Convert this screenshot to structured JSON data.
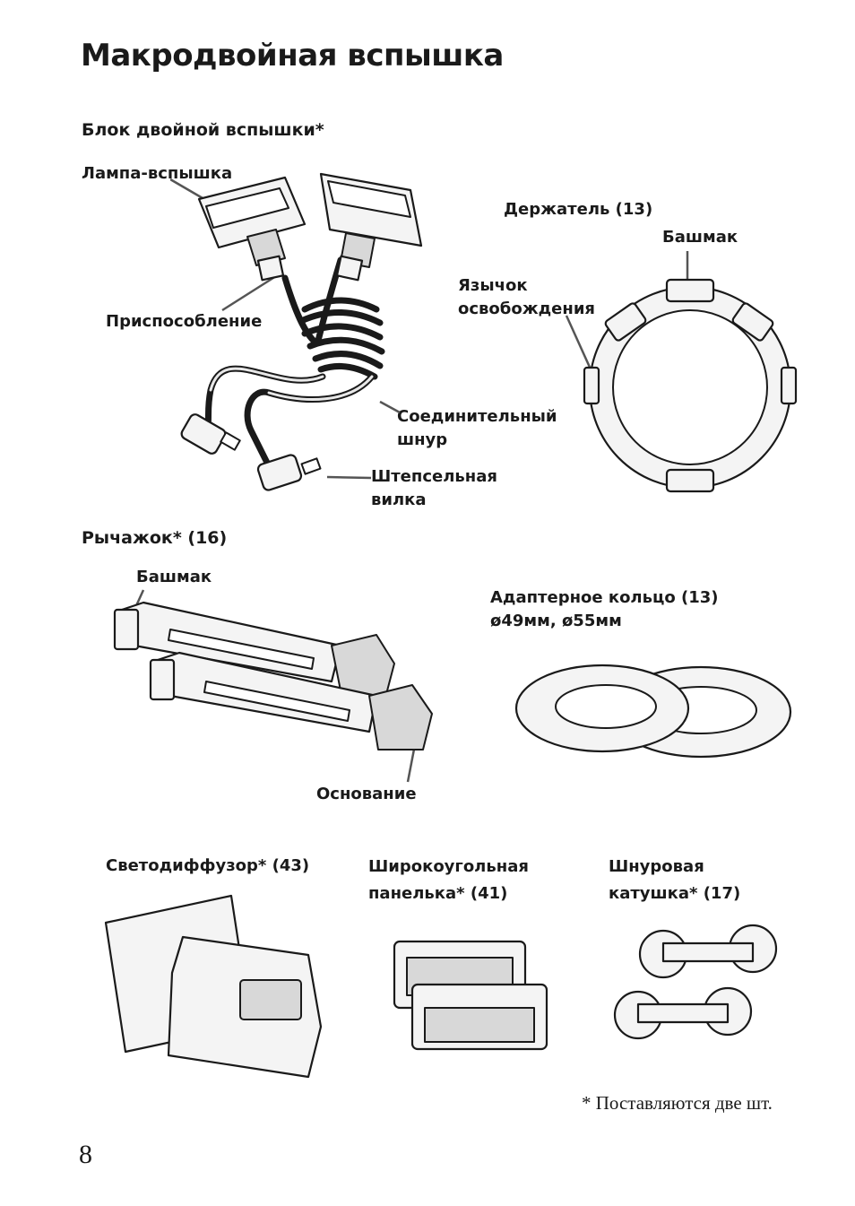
{
  "title": "Макродвойная вспышка",
  "twin_flash": {
    "heading": "Блок двойной вспышки*",
    "flash_lamp": "Лампа-вспышка",
    "fitting": "Приспособление",
    "cord_line1": "Соединительный",
    "cord_line2": "шнур",
    "plug_line1": "Штепсельная",
    "plug_line2": "вилка"
  },
  "holder": {
    "label": "Держатель",
    "ref": "(13)",
    "shoe": "Башмак",
    "tab_line1": "Язычок",
    "tab_line2": "освобождения"
  },
  "bracket": {
    "heading": "Рычажок* (16)",
    "shoe": "Башмак",
    "base": "Основание"
  },
  "adapter_ring": {
    "line1": "Адаптерное кольцо (13)",
    "line2": "ø49мм, ø55мм"
  },
  "diffuser": {
    "label": "Светодиффузор* (43)"
  },
  "wide_panel": {
    "line1": "Широкоугольная",
    "line2": "панелька* (41)"
  },
  "cord_reel": {
    "line1": "Шнуровая",
    "line2": "катушка* (17)"
  },
  "footnote": "* Поставляются две шт.",
  "page_number": "8"
}
